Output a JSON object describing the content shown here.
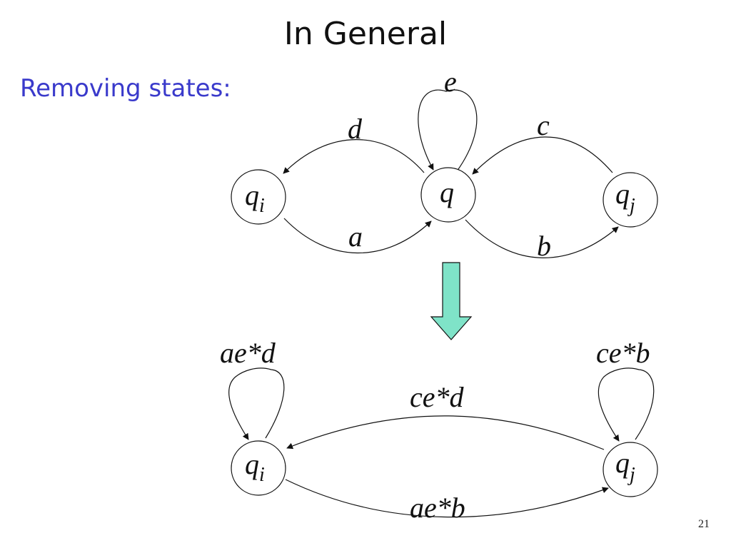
{
  "slide": {
    "title": "In General",
    "subtitle": "Removing states:",
    "page_number": "21"
  },
  "top_diagram": {
    "states": {
      "qi": {
        "base": "q",
        "sub": "i"
      },
      "q": {
        "base": "q"
      },
      "qj": {
        "base": "q",
        "sub": "j"
      }
    },
    "edges": {
      "q_to_qi": "d",
      "qi_to_q": "a",
      "q_loop": "e",
      "qj_to_q": "c",
      "q_to_qj": "b"
    }
  },
  "arrow": {
    "color": "#7fe3c8"
  },
  "bottom_diagram": {
    "states": {
      "qi": {
        "base": "q",
        "sub": "i"
      },
      "qj": {
        "base": "q",
        "sub": "j"
      }
    },
    "edges": {
      "qi_loop": "ae*d",
      "qj_loop": "ce*b",
      "qj_to_qi": "ce*d",
      "qi_to_qj": "ae*b"
    }
  }
}
